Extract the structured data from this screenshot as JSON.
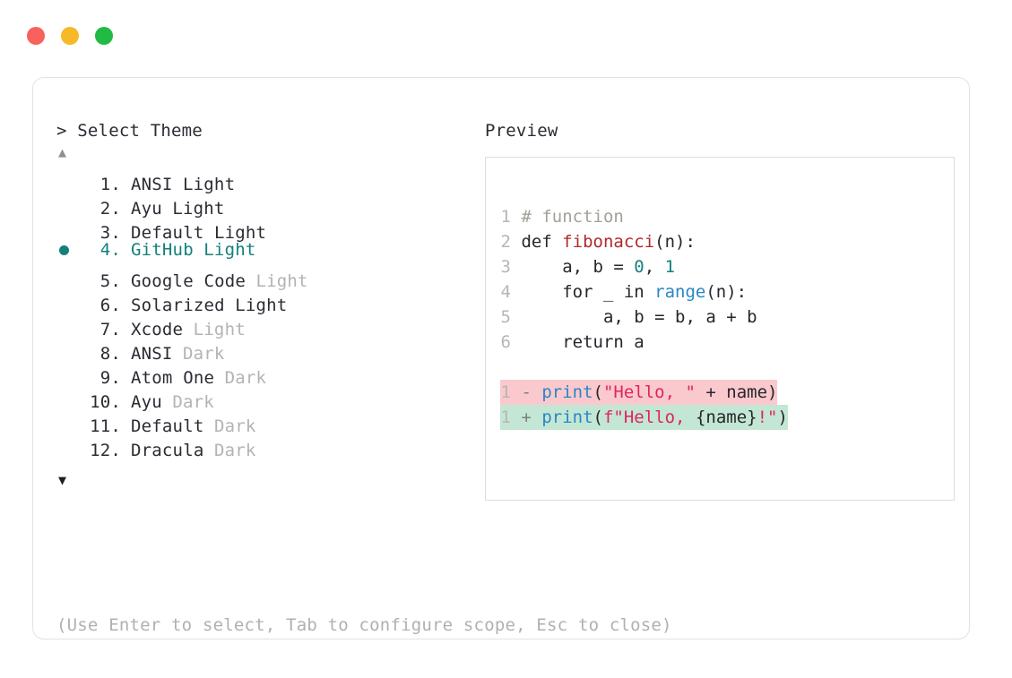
{
  "window": {
    "traffic_lights": [
      {
        "name": "close-button",
        "color": "#f9615c"
      },
      {
        "name": "minimize-button",
        "color": "#f7b928"
      },
      {
        "name": "maximize-button",
        "color": "#21ba45"
      }
    ]
  },
  "colors": {
    "accent_teal": "#13807c",
    "muted_gray": "#b3b3b3",
    "text_dark": "#2b2b33",
    "diff_delete_bg": "#fac9ce",
    "diff_add_bg": "#c3e7d4",
    "card_border": "#e2e2e2",
    "preview_border": "#dddddd"
  },
  "picker": {
    "prompt": "> Select Theme",
    "scroll_up_icon": "▲",
    "scroll_down_icon": "▼",
    "selected_index": 4,
    "items": [
      {
        "index": " 1.",
        "name": "ANSI",
        "variant": "Light",
        "variant_muted": false,
        "selected": false
      },
      {
        "index": " 2.",
        "name": "Ayu",
        "variant": "Light",
        "variant_muted": false,
        "selected": false
      },
      {
        "index": " 3.",
        "name": "Default",
        "variant": "Light",
        "variant_muted": false,
        "selected": false
      },
      {
        "index": " 4.",
        "name": "GitHub",
        "variant": "Light",
        "variant_muted": false,
        "selected": true
      },
      {
        "index": " 5.",
        "name": "Google Code",
        "variant": "Light",
        "variant_muted": true,
        "selected": false
      },
      {
        "index": " 6.",
        "name": "Solarized",
        "variant": "Light",
        "variant_muted": false,
        "selected": false
      },
      {
        "index": " 7.",
        "name": "Xcode",
        "variant": "Light",
        "variant_muted": true,
        "selected": false
      },
      {
        "index": " 8.",
        "name": "ANSI",
        "variant": "Dark",
        "variant_muted": true,
        "selected": false
      },
      {
        "index": " 9.",
        "name": "Atom One",
        "variant": "Dark",
        "variant_muted": true,
        "selected": false
      },
      {
        "index": "10.",
        "name": "Ayu",
        "variant": "Dark",
        "variant_muted": true,
        "selected": false
      },
      {
        "index": "11.",
        "name": "Default",
        "variant": "Dark",
        "variant_muted": true,
        "selected": false
      },
      {
        "index": "12.",
        "name": "Dracula",
        "variant": "Dark",
        "variant_muted": true,
        "selected": false
      }
    ],
    "hint": "(Use Enter to select, Tab to configure scope, Esc to close)"
  },
  "preview": {
    "heading": "Preview",
    "code_lines": [
      {
        "ln": "1",
        "tokens": [
          {
            "t": " # function",
            "c": "comment"
          }
        ]
      },
      {
        "ln": "2",
        "tokens": [
          {
            "t": " def ",
            "c": "kw"
          },
          {
            "t": "fibonacci",
            "c": "fn"
          },
          {
            "t": "(n):",
            "c": "plain"
          }
        ]
      },
      {
        "ln": "3",
        "tokens": [
          {
            "t": "     a, b = ",
            "c": "plain"
          },
          {
            "t": "0",
            "c": "num"
          },
          {
            "t": ", ",
            "c": "plain"
          },
          {
            "t": "1",
            "c": "num"
          }
        ]
      },
      {
        "ln": "4",
        "tokens": [
          {
            "t": "     for _ in ",
            "c": "plain"
          },
          {
            "t": "range",
            "c": "builtin"
          },
          {
            "t": "(n):",
            "c": "plain"
          }
        ]
      },
      {
        "ln": "5",
        "tokens": [
          {
            "t": "         a, b = b, a + b",
            "c": "plain"
          }
        ]
      },
      {
        "ln": "6",
        "tokens": [
          {
            "t": "     return a",
            "c": "plain"
          }
        ]
      }
    ],
    "diff_lines": [
      {
        "ln": "1",
        "kind": "del",
        "marker": " - ",
        "tokens": [
          {
            "t": "print",
            "c": "builtin"
          },
          {
            "t": "(",
            "c": "plain"
          },
          {
            "t": "\"Hello, \"",
            "c": "str"
          },
          {
            "t": " + name)",
            "c": "plain"
          }
        ]
      },
      {
        "ln": "1",
        "kind": "add",
        "marker": " + ",
        "tokens": [
          {
            "t": "print",
            "c": "builtin"
          },
          {
            "t": "(",
            "c": "plain"
          },
          {
            "t": "f\"Hello, ",
            "c": "str"
          },
          {
            "t": "{name}",
            "c": "plain"
          },
          {
            "t": "!\"",
            "c": "str"
          },
          {
            "t": ")",
            "c": "plain"
          }
        ]
      }
    ]
  }
}
